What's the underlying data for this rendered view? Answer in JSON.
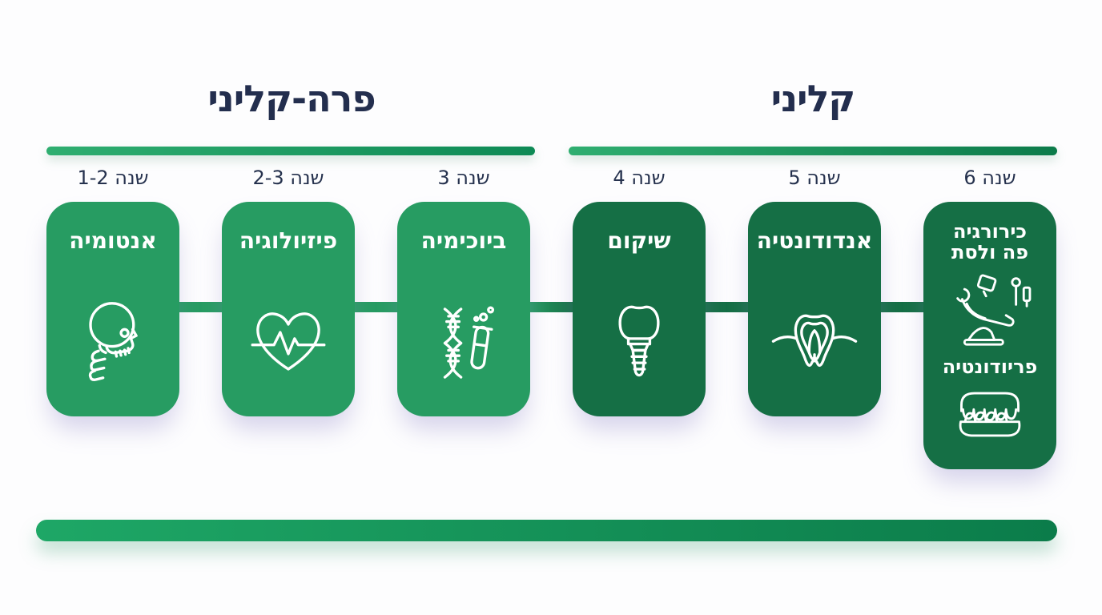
{
  "sections": [
    {
      "id": "preclinical",
      "title": "פרה-קליני"
    },
    {
      "id": "clinical",
      "title": "קליני"
    }
  ],
  "cards": [
    {
      "year": "שנה 1-2",
      "title": "אנטומיה",
      "icon": "skull-icon",
      "group": "preclinical"
    },
    {
      "year": "שנה 2-3",
      "title": "פיזיולוגיה",
      "icon": "heartbeat-icon",
      "group": "preclinical"
    },
    {
      "year": "שנה 3",
      "title": "ביוכימיה",
      "icon": "dna-testtube-icon",
      "group": "preclinical"
    },
    {
      "year": "שנה 4",
      "title": "שיקום",
      "icon": "dental-implant-icon",
      "group": "clinical"
    },
    {
      "year": "שנה 5",
      "title": "אנדודונטיה",
      "icon": "tooth-root-icon",
      "group": "clinical"
    },
    {
      "year": "שנה 6",
      "title": "כירורגיה פה ולסת",
      "icon": "dental-chair-icon",
      "title2": "פריודונטיה",
      "icon2": "dentures-icon",
      "group": "clinical"
    }
  ],
  "colors": {
    "preclinical_card": "#279c62",
    "clinical_card": "#156f45",
    "heading_navy": "#232e4e",
    "year_label_navy": "#26324e",
    "bar_gradient_start": "#2fae70",
    "bar_gradient_end": "#0c7b4a",
    "icon_stroke": "#ffffff",
    "background": "#fdfdfe"
  }
}
